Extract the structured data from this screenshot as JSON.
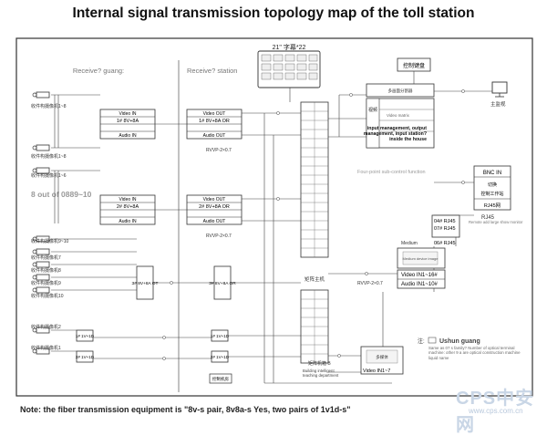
{
  "title": "Internal signal transmission topology map of the toll station",
  "sections": {
    "left": "Receive? guang:",
    "right": "Receive? station"
  },
  "cameras": {
    "cam1": "收件构摄像机1~8",
    "cam2": "收件构摄像机1~8",
    "cam3": "收件构摄像机1~6",
    "cam4": "收件构摄像机9~10",
    "cam5": "收件构摄像机7",
    "cam6": "收件构摄像机8",
    "cam7": "收件构摄像机9",
    "cam8": "收件构摄像机10",
    "cam9": "收件构摄像机2",
    "cam10": "收件构摄像机1"
  },
  "mid_label": "8 out of 0889~10",
  "optical_units": [
    {
      "title": "Video IN",
      "name": "1# 8V+8A",
      "bottom": "Audio IN"
    },
    {
      "title": "Video IN",
      "name": "2# 8V+8A",
      "bottom": "Audio IN"
    },
    {
      "title": "Video OUT",
      "name": "1# 8V+8A OR",
      "bottom": "Audio OUT"
    },
    {
      "title": "Video OUT",
      "name": "2# 8V+8A OR",
      "bottom": "Audio OUT"
    }
  ],
  "small_units": [
    {
      "name": "3# 8V+8A OT"
    },
    {
      "name": "3# 8V+8A OR"
    },
    {
      "name": "1# 1V+1D"
    },
    {
      "name": "2# 1V+1D"
    },
    {
      "name": "1# 1V+1D"
    },
    {
      "name": "2# 1V+1D"
    }
  ],
  "cable_labels": {
    "c1": "RVVP-2×0.7",
    "c2": "RVVP-2×0.7",
    "c3": "RVVP-2×0.7"
  },
  "matrix": {
    "label": "21\" 字幕*22",
    "center": "矩阵主机",
    "bottom": "矩阵机箱 B"
  },
  "control": {
    "keyboard": "控制键盘",
    "screen_top": "多画面分割器",
    "video_label": "视频",
    "video_matrix": "Video matrix",
    "desc": "input management, output management, input station? inside the house",
    "function": "Four-point sub-control function",
    "monitor": "主监视"
  },
  "bnc": {
    "line1": "BNC IN",
    "line2": "切换",
    "line3": "控制工作站",
    "line4": "RJ45网"
  },
  "rj45": {
    "top": "RJ45",
    "a": "04# RJ45",
    "b": "07# RJ45",
    "c": "06# RJ45",
    "note": "Remote add large show monitor"
  },
  "medium": {
    "label": "Medium",
    "box": "Medium device image",
    "video": "Video IN1~16#",
    "audio": "Audio IN1~10#"
  },
  "bottom_box": {
    "label": "多媒体",
    "video": "Video IN1~7"
  },
  "building": {
    "box": "控制机房",
    "caption": "Building intelligent teaching department"
  },
  "legend": {
    "mark": "注:",
    "title": "Ushun guang",
    "text": "Same as 07 s family? Number of optical terminal machine: other 9 a are optical construction machine liquid name"
  },
  "note": "Note: the fiber transmission equipment is \"8v-s pair, 8v8a-s     Yes, two pairs of 1v1d-s\"",
  "watermark": "CPS中安网",
  "watermark_url": "www.cps.com.cn"
}
